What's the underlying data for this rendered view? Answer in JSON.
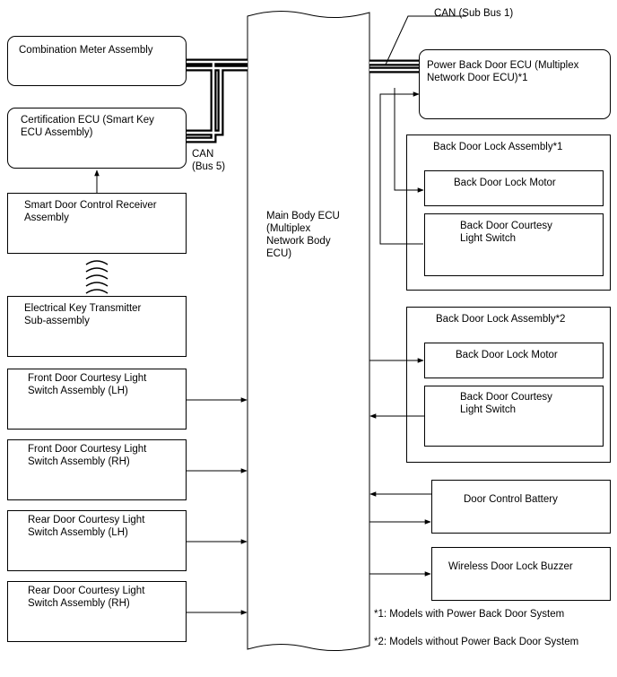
{
  "main_ecu": {
    "label": "Main Body ECU\n(Multiplex\nNetwork Body\nECU)"
  },
  "left_components": {
    "combination_meter": "Combination Meter Assembly",
    "certification_ecu": "Certification ECU (Smart Key\nECU Assembly)",
    "smart_door_receiver": "Smart Door Control Receiver\nAssembly",
    "electrical_key": "Electrical Key Transmitter\nSub-assembly",
    "front_lh": "Front Door Courtesy Light\nSwitch Assembly (LH)",
    "front_rh": "Front Door Courtesy Light\nSwitch Assembly (RH)",
    "rear_lh": "Rear Door Courtesy Light\nSwitch Assembly (LH)",
    "rear_rh": "Rear Door Courtesy Light\nSwitch Assembly (RH)"
  },
  "right_components": {
    "power_back_door_ecu": "Power Back Door ECU (Multiplex\nNetwork Door ECU)*1",
    "group1_title": "Back Door Lock Assembly*1",
    "group1_motor": "Back Door Lock Motor",
    "group1_switch": "Back Door Courtesy\nLight Switch",
    "group2_title": "Back Door Lock Assembly*2",
    "group2_motor": "Back Door Lock Motor",
    "group2_switch": "Back Door Courtesy\nLight Switch",
    "door_control_battery": "Door Control Battery",
    "wireless_buzzer": "Wireless Door Lock Buzzer"
  },
  "bus_labels": {
    "can_sub_bus_1": "CAN (Sub Bus 1)",
    "can_bus_5": "CAN\n(Bus 5)"
  },
  "footnotes": {
    "note1": "*1: Models with Power Back Door System",
    "note2": "*2: Models without Power Back Door System"
  }
}
